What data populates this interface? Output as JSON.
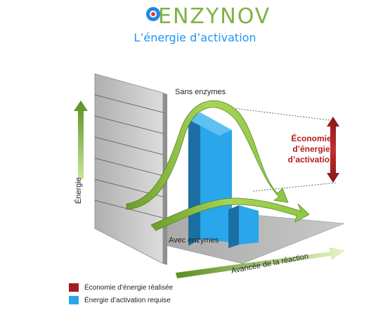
{
  "header": {
    "logo_text": "ENZYNOV",
    "logo_small_text": "",
    "subtitle": "L’énergie d’activation"
  },
  "diagram": {
    "label_without": "Sans enzymes",
    "label_with": "Avec enzymes",
    "economy_label_line1": "Économie",
    "economy_label_line2": "d’énergie",
    "economy_label_line3": "d’activation",
    "axis_y": "Énergie",
    "axis_x": "Avancée de la réaction"
  },
  "legend": [
    {
      "label": "Économie d’énergie réalisée",
      "color": "#a31d1d"
    },
    {
      "label": "Énergie d’activation requise",
      "color": "#2aa6ea"
    }
  ],
  "colors": {
    "green": "#8cc63f",
    "dark_green": "#5a8f1e",
    "blue": "#2aa6ea",
    "dark_blue": "#1b6fa3",
    "red": "#a31d1d"
  }
}
